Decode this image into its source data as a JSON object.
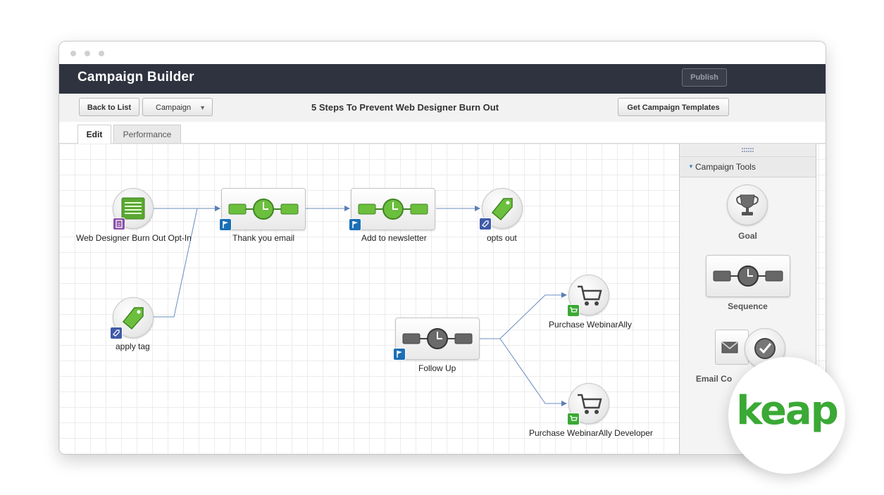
{
  "header": {
    "title": "Campaign Builder",
    "publish_label": "Publish"
  },
  "toolbar": {
    "back_label": "Back to List",
    "campaign_select": "Campaign",
    "campaign_title": "5 Steps To Prevent Web Designer Burn Out",
    "templates_label": "Get Campaign Templates"
  },
  "tabs": [
    {
      "label": "Edit"
    },
    {
      "label": "Performance"
    }
  ],
  "nodes": {
    "optin": "Web Designer Burn Out Opt-In",
    "apply_tag": "apply tag",
    "thank_you": "Thank you email",
    "newsletter": "Add to newsletter",
    "opts_out": "opts out",
    "follow_up": "Follow Up",
    "purchase1": "Purchase WebinarAlly",
    "purchase2": "Purchase WebinarAlly Developer"
  },
  "panel": {
    "title": "Campaign Tools",
    "tools": [
      {
        "label": "Goal"
      },
      {
        "label": "Sequence"
      },
      {
        "label": "Email Co"
      }
    ]
  },
  "logo": {
    "text": "keap"
  },
  "colors": {
    "header": "#2f3340",
    "green": "#6cbf3d",
    "brand": "#3aa935",
    "flag": "#1a6fb5"
  }
}
